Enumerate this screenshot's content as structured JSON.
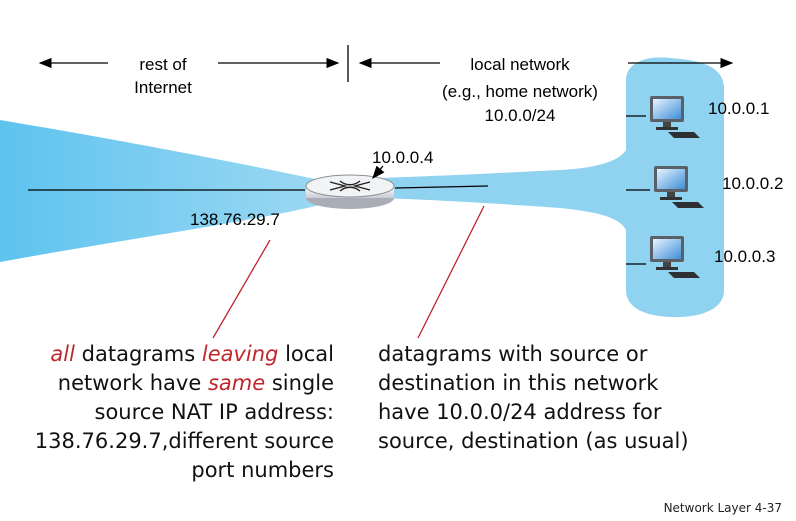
{
  "labels": {
    "rest_of_internet_line1": "rest of",
    "rest_of_internet_line2": "Internet",
    "local_network_line1": "local network",
    "local_network_line2": "(e.g., home network)",
    "local_network_line3": "10.0.0/24",
    "router_local_ip": "10.0.0.4",
    "router_public_ip": "138.76.29.7",
    "host1_ip": "10.0.0.1",
    "host2_ip": "10.0.0.2",
    "host3_ip": "10.0.0.3"
  },
  "captions": {
    "left": {
      "line1_em1": "all",
      "line1_mid": " datagrams ",
      "line1_em2": "leaving",
      "line1_end": " local",
      "line2_start": "network have ",
      "line2_em": "same",
      "line2_end": " single",
      "line3": "source NAT IP address:",
      "line4": "138.76.29.7,different source",
      "line5": "port numbers"
    },
    "right": {
      "line1": "datagrams with source or",
      "line2": "destination in this network",
      "line3": "have 10.0.0/24 address for",
      "line4": "source, destination (as usual)"
    }
  },
  "footer": "Network Layer  4-37",
  "colors": {
    "network_fill": "#8fd3f1",
    "annotation_line": "#c0262c",
    "emphasis_text": "#c0262c"
  }
}
